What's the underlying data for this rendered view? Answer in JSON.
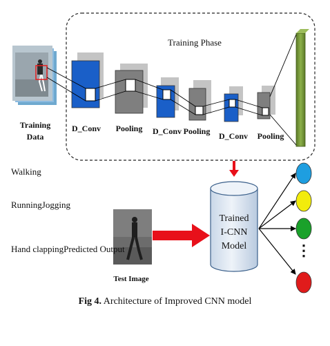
{
  "diagram": {
    "frame_title": "Training Phase",
    "training_data_label": [
      "Training",
      "Data"
    ],
    "layers": [
      {
        "kind": "conv",
        "label": "D_Conv"
      },
      {
        "kind": "pool",
        "label": "Pooling"
      },
      {
        "kind": "conv",
        "label": "D_Conv"
      },
      {
        "kind": "pool",
        "label": "Pooling"
      },
      {
        "kind": "conv",
        "label": "D_Conv"
      },
      {
        "kind": "pool",
        "label": "Pooling"
      }
    ],
    "classes": [
      "Walking",
      "RunningJogging",
      "Hand clapping"
    ],
    "predicted_output_label": "Predicted Output",
    "test_image_label": "Test Image",
    "model_label": [
      "Trained",
      "I-CNN",
      "Model"
    ],
    "output_nodes": [
      {
        "color": "#1e9ee0"
      },
      {
        "color": "#f2ec0c"
      },
      {
        "color": "#1aa12a"
      },
      {
        "color": "#e01b1b"
      }
    ],
    "ellipsis": "⋮",
    "caption": {
      "prefix": "Fig 4.",
      "text": " Architecture of Improved CNN model"
    },
    "colors": {
      "conv": "#1a5fc8",
      "pool": "#7f7f7f",
      "shadow": "#c4c4c4",
      "dense": "#7a9a3a",
      "arrow": "#e8101a",
      "cylinder": "#dfe8f3"
    }
  }
}
